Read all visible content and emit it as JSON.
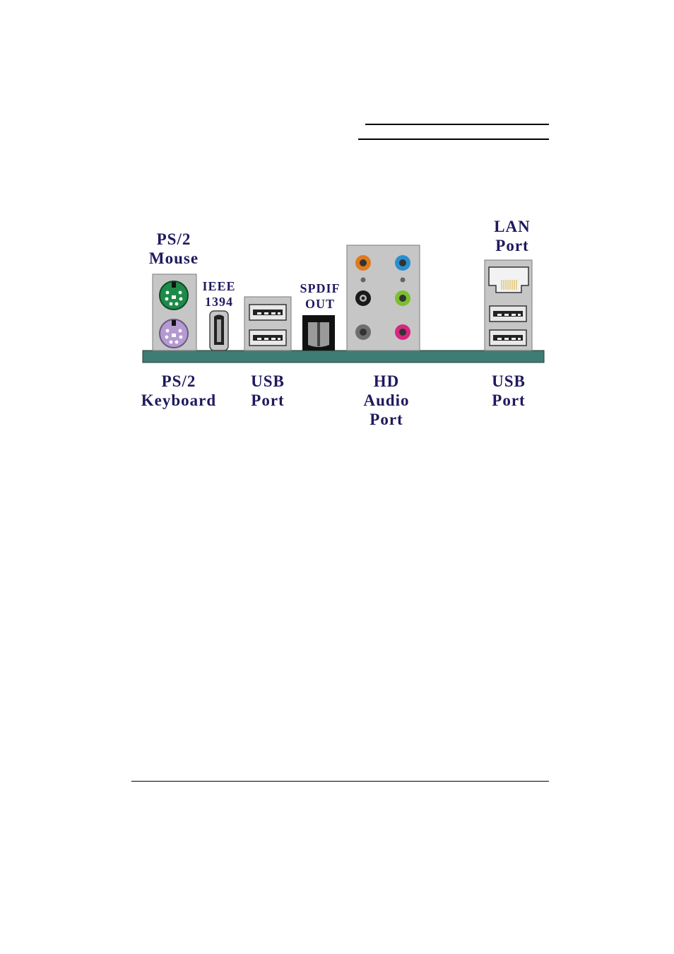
{
  "labels": {
    "ps2_mouse": "PS/2\nMouse",
    "ieee1394": "IEEE\n1394",
    "spdif_out": "SPDIF\nOUT",
    "lan_port": "LAN\nPort",
    "ps2_keyboard": "PS/2\nKeyboard",
    "usb_port_left": "USB\nPort",
    "hd_audio_port": "HD\nAudio\nPort",
    "usb_port_right": "USB\nPort"
  },
  "colors": {
    "label_text": "#1f1a5e",
    "baseboard": "#3e7c74",
    "panel_gray": "#c6c6c6",
    "ps2_mouse": "#1e8a4a",
    "ps2_keyboard": "#b59ad2",
    "audio_orange": "#e07a1f",
    "audio_blue": "#2a8fd0",
    "audio_black": "#1a1a1a",
    "audio_green": "#7bbf2e",
    "audio_gray": "#6e6e6e",
    "audio_pink": "#d8267f"
  },
  "icons": [
    "ps2-mouse-port-icon",
    "ps2-keyboard-port-icon",
    "ieee1394-port-icon",
    "usb-port-icon",
    "spdif-optical-port-icon",
    "audio-jack-icon",
    "rj45-lan-port-icon"
  ]
}
